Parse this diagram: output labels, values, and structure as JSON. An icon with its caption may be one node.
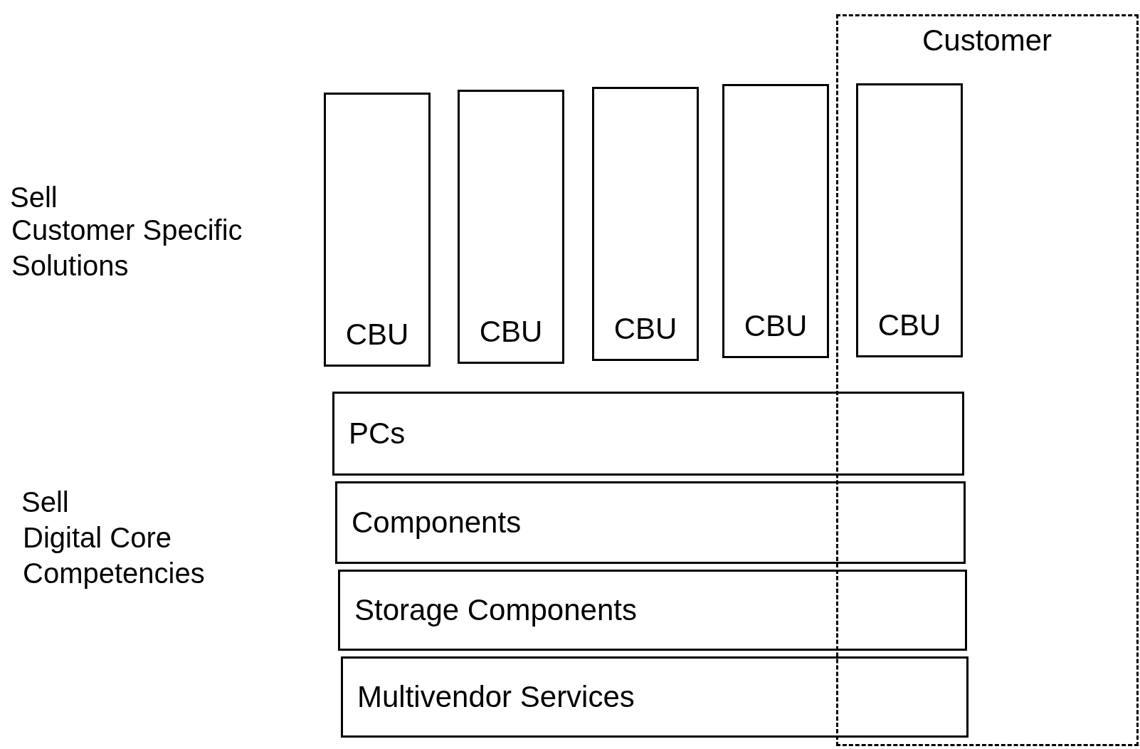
{
  "diagram": {
    "nodes": [
      {
        "text": [
          "Customer"
        ]
      },
      {
        "text": [
          "CBU"
        ]
      },
      {
        "text": [
          "CBU"
        ]
      },
      {
        "text": [
          "CBU"
        ]
      },
      {
        "text": [
          "CBU"
        ]
      },
      {
        "text": [
          "CBU"
        ],
        "in": 0
      },
      {
        "text": [
          "PCs"
        ]
      },
      {
        "text": [
          "Components"
        ]
      },
      {
        "text": [
          "Storage Components"
        ]
      },
      {
        "text": [
          "Multivendor Services"
        ]
      }
    ],
    "labels": [
      "Sell",
      "Customer Specific Solutions",
      "Sell",
      "Digital Core Competencies"
    ]
  }
}
